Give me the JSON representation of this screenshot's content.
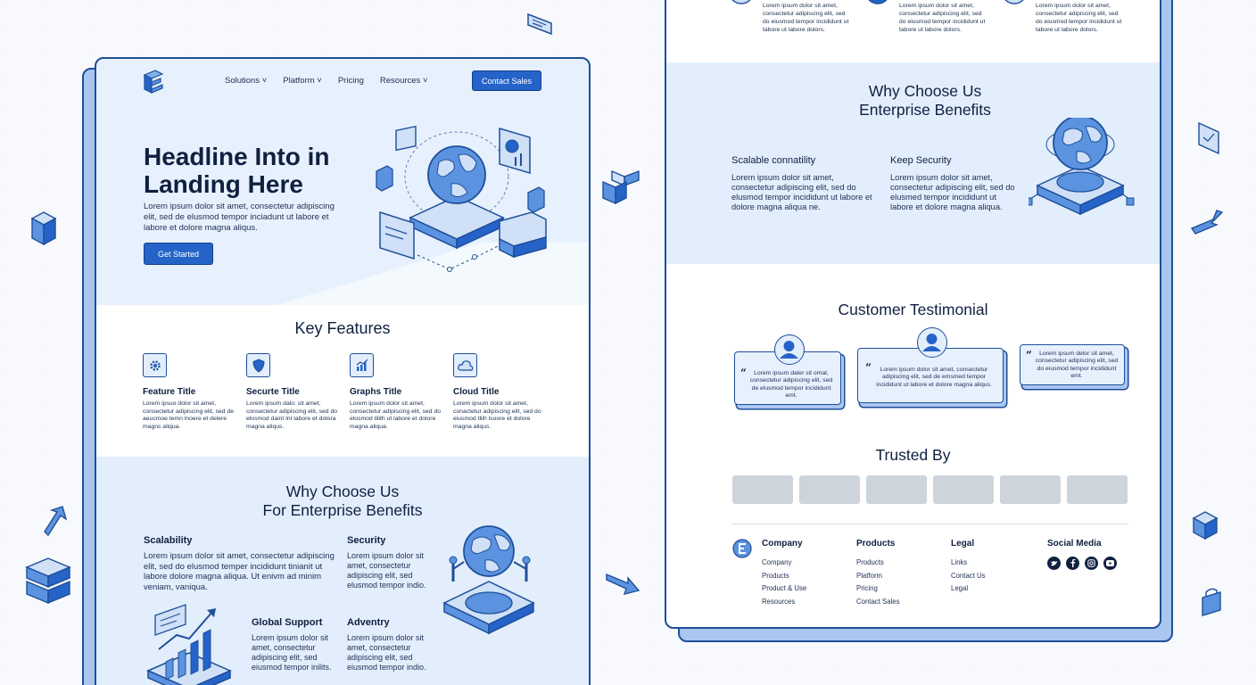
{
  "left": {
    "nav": {
      "links": [
        "Solutions ˅",
        "Platform ˅",
        "Pricing",
        "Resources ˅"
      ],
      "cta": "Contact Sales"
    },
    "hero": {
      "title_line1": "Headline Into in",
      "title_line2": "Landing Here",
      "body": "Lorem ipsum dolor sit amet, consectetur adipiscing elit, sed de elusmod tempor inciadunt ut labore et labore et dolore magna aliqus.",
      "cta": "Get Started"
    },
    "key_features": {
      "title": "Key Features",
      "items": [
        {
          "icon": "gear-icon",
          "title": "Feature Title",
          "text": "Lorem ipsuo dolor sit amet, consectetur adipiscing elit, sed de aeucmoe temn lnoere et delere magns aliqua."
        },
        {
          "icon": "shield-icon",
          "title": "Securte Title",
          "text": "Lorem ipsum dalo: sit amet, consectetur adipiscing elit, sed do elosmod daint lnt labore et dolora magna aliqus."
        },
        {
          "icon": "chart-icon",
          "title": "Graphs Title",
          "text": "Lorem ipsum dolor sit amet, consectetur adipiscing elit, sed do elosmod tilith ut labore et dolore magna aliqua."
        },
        {
          "icon": "cloud-icon",
          "title": "Cloud Title",
          "text": "Lorem ipsum dolor sit amet, conactetur adipiscing elit, sed do eiusmod tliih lsoore et dolore magna aliqus."
        }
      ]
    },
    "why": {
      "title_line1": "Why Choose Us",
      "title_line2": "For Enterprise Benefits",
      "items": [
        {
          "title": "Scalability",
          "text": "Lorem ipsum dolor sit amet, consectetur adipiscing elit, sed do elusmod temper incididunt tinianit ut labore dolore magna aliqua. Ut enivm ad minim veniam, vaniqua."
        },
        {
          "title": "Security",
          "text": "Lorem ipsum dolor sit amet, consectetur adipiscing elit, sed elusmod tempor indio."
        },
        {
          "title": "Global Support",
          "text": "Lorem ipsum dolor sit amet, consectetur adipiscing elit, sed eiusmod tempor inilits."
        },
        {
          "title": "Adventry",
          "text": "Lorem ipsum dolor sit amet, consectetur adipiscing elit, sed eiusmod tempor indio."
        }
      ]
    }
  },
  "right": {
    "top_items": [
      "Lorem ipsum dolor sit amet, consectetur adipiscing elit, sed do eiusmod tempor incididunt ut tabore ut labore dolors.",
      "Lorem ipsum dolor sit amet, consectetur adipiscing elit, sed do eiusmod tempor incididunt ut tabore ut labore dolors.",
      "Lorem ipsum dolor sit amet, consectetur adipiscing elit, sed do eiusmod tempor incididunt ut tabore ut labore dolors."
    ],
    "why": {
      "title_line1": "Why Choose Us",
      "title_line2": "Enterprise Benefits",
      "items": [
        {
          "title": "Scalable connatility",
          "text": "Lorem ipsum dolor sit amet, consectetur adipiscing elit, sed do elusmod tempor incididunt ut labore et dolore magna aliqua ne."
        },
        {
          "title": "Keep Security",
          "text": "Lorem ipsum dolor sit amet, consectetur adipiscing elit, sed do elusmed tempor incididunt ut labore et dolore magna aliqua."
        }
      ]
    },
    "testimonial": {
      "title": "Customer Testimonial",
      "cards": [
        "Lorem ipsum daler sit omat, consectetur adipiscing elit, sed de elusmod tempor incididunt emt.",
        "Lorem ipsum dolor sit amet, consectetur adipiscing elit, sed de emsmed tempor incididunt ut labore et dolore magna aliqus.",
        "Lorem ipsum delor sit amet, consectetur adipiscing elit, sed do eiusmod tempor incididunt emt."
      ]
    },
    "trusted": {
      "title": "Trusted By"
    },
    "footer": {
      "columns": [
        {
          "title": "Company",
          "items": [
            "Company",
            "Products",
            "Product & Use",
            "Resources"
          ]
        },
        {
          "title": "Products",
          "items": [
            "Products",
            "Platform",
            "Pricing",
            "Contact Sales"
          ]
        },
        {
          "title": "Legal",
          "items": [
            "Links",
            "Contact Us",
            "Legal"
          ]
        }
      ],
      "social_title": "Social Media",
      "social_icons": [
        "twitter-icon",
        "facebook-icon",
        "instagram-icon",
        "youtube-icon"
      ]
    }
  },
  "colors": {
    "accent": "#2563c9",
    "outline": "#1f4f99",
    "light_band": "#e2eefc",
    "shadow": "#a9c6ef"
  }
}
